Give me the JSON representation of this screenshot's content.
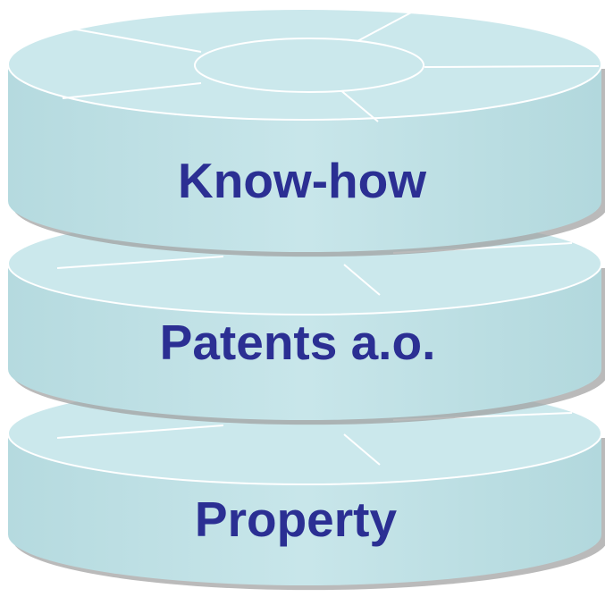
{
  "layers": [
    {
      "id": "top",
      "label": "Know-how"
    },
    {
      "id": "middle",
      "label": "Patents a.o."
    },
    {
      "id": "bottom",
      "label": "Property"
    }
  ],
  "colors": {
    "body": "#c3e3e7",
    "body_shade": "#a9d2d8",
    "top_face": "#cbe8ec",
    "edge": "#ffffff",
    "text": "#2b2f93",
    "shadow": "#9c9c9c"
  }
}
